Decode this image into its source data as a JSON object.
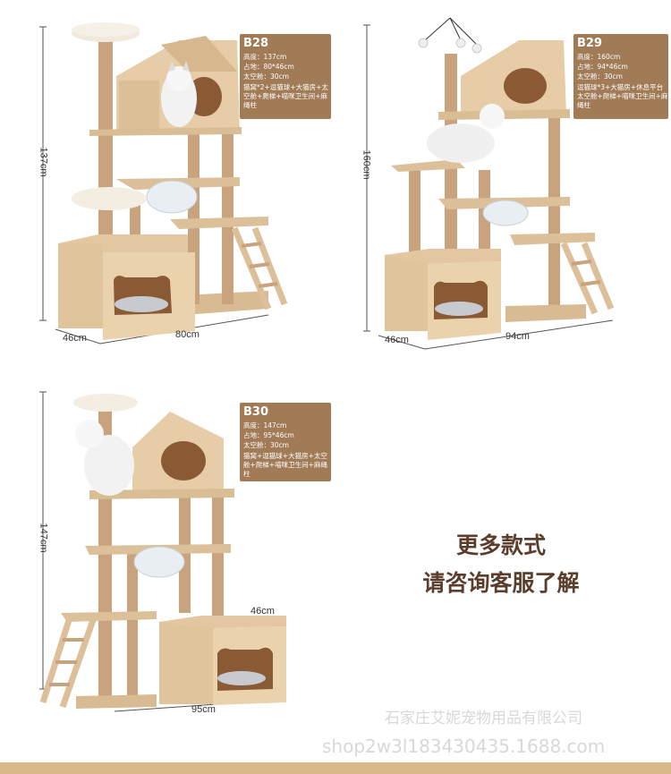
{
  "products": [
    {
      "id": "b28",
      "code": "B28",
      "height_line": "高度：137cm",
      "area_line": "占地：80*46cm",
      "capsule_line": "太空舱：30cm",
      "features": "猫窝*2+逗猫球+大猫房+太空舱+爬梯+喵咪卫生间+麻绳柱",
      "dims": {
        "height": "137cm",
        "depth": "46cm",
        "width": "80cm"
      }
    },
    {
      "id": "b29",
      "code": "B29",
      "height_line": "高度：160cm",
      "area_line": "占地：94*46cm",
      "capsule_line": "太空舱：30cm",
      "features": "逗猫球*3+大猫房+休息平台太空舱+爬梯+喵咪卫生间+麻绳柱",
      "dims": {
        "height": "160cm",
        "depth": "46cm",
        "width": "94cm"
      }
    },
    {
      "id": "b30",
      "code": "B30",
      "height_line": "高度：147cm",
      "area_line": "占地：95*46cm",
      "capsule_line": "太空舱：30cm",
      "features": "猫窝+逗猫球+大猫房+太空舱+爬梯+喵咪卫生间+麻绳柱",
      "dims": {
        "height": "147cm",
        "depth": "46cm",
        "width": "95cm"
      }
    }
  ],
  "promo": {
    "line1": "更多款式",
    "line2": "请咨询客服了解"
  },
  "watermark": {
    "company": "石家庄艾妮宠物用品有限公司",
    "shop": "shop2w3l183430435.1688.com"
  },
  "colors": {
    "card": "#a17a56",
    "wood": "#dcc09a",
    "rope": "#c9a27e",
    "promo_text": "#5b3d2c"
  }
}
